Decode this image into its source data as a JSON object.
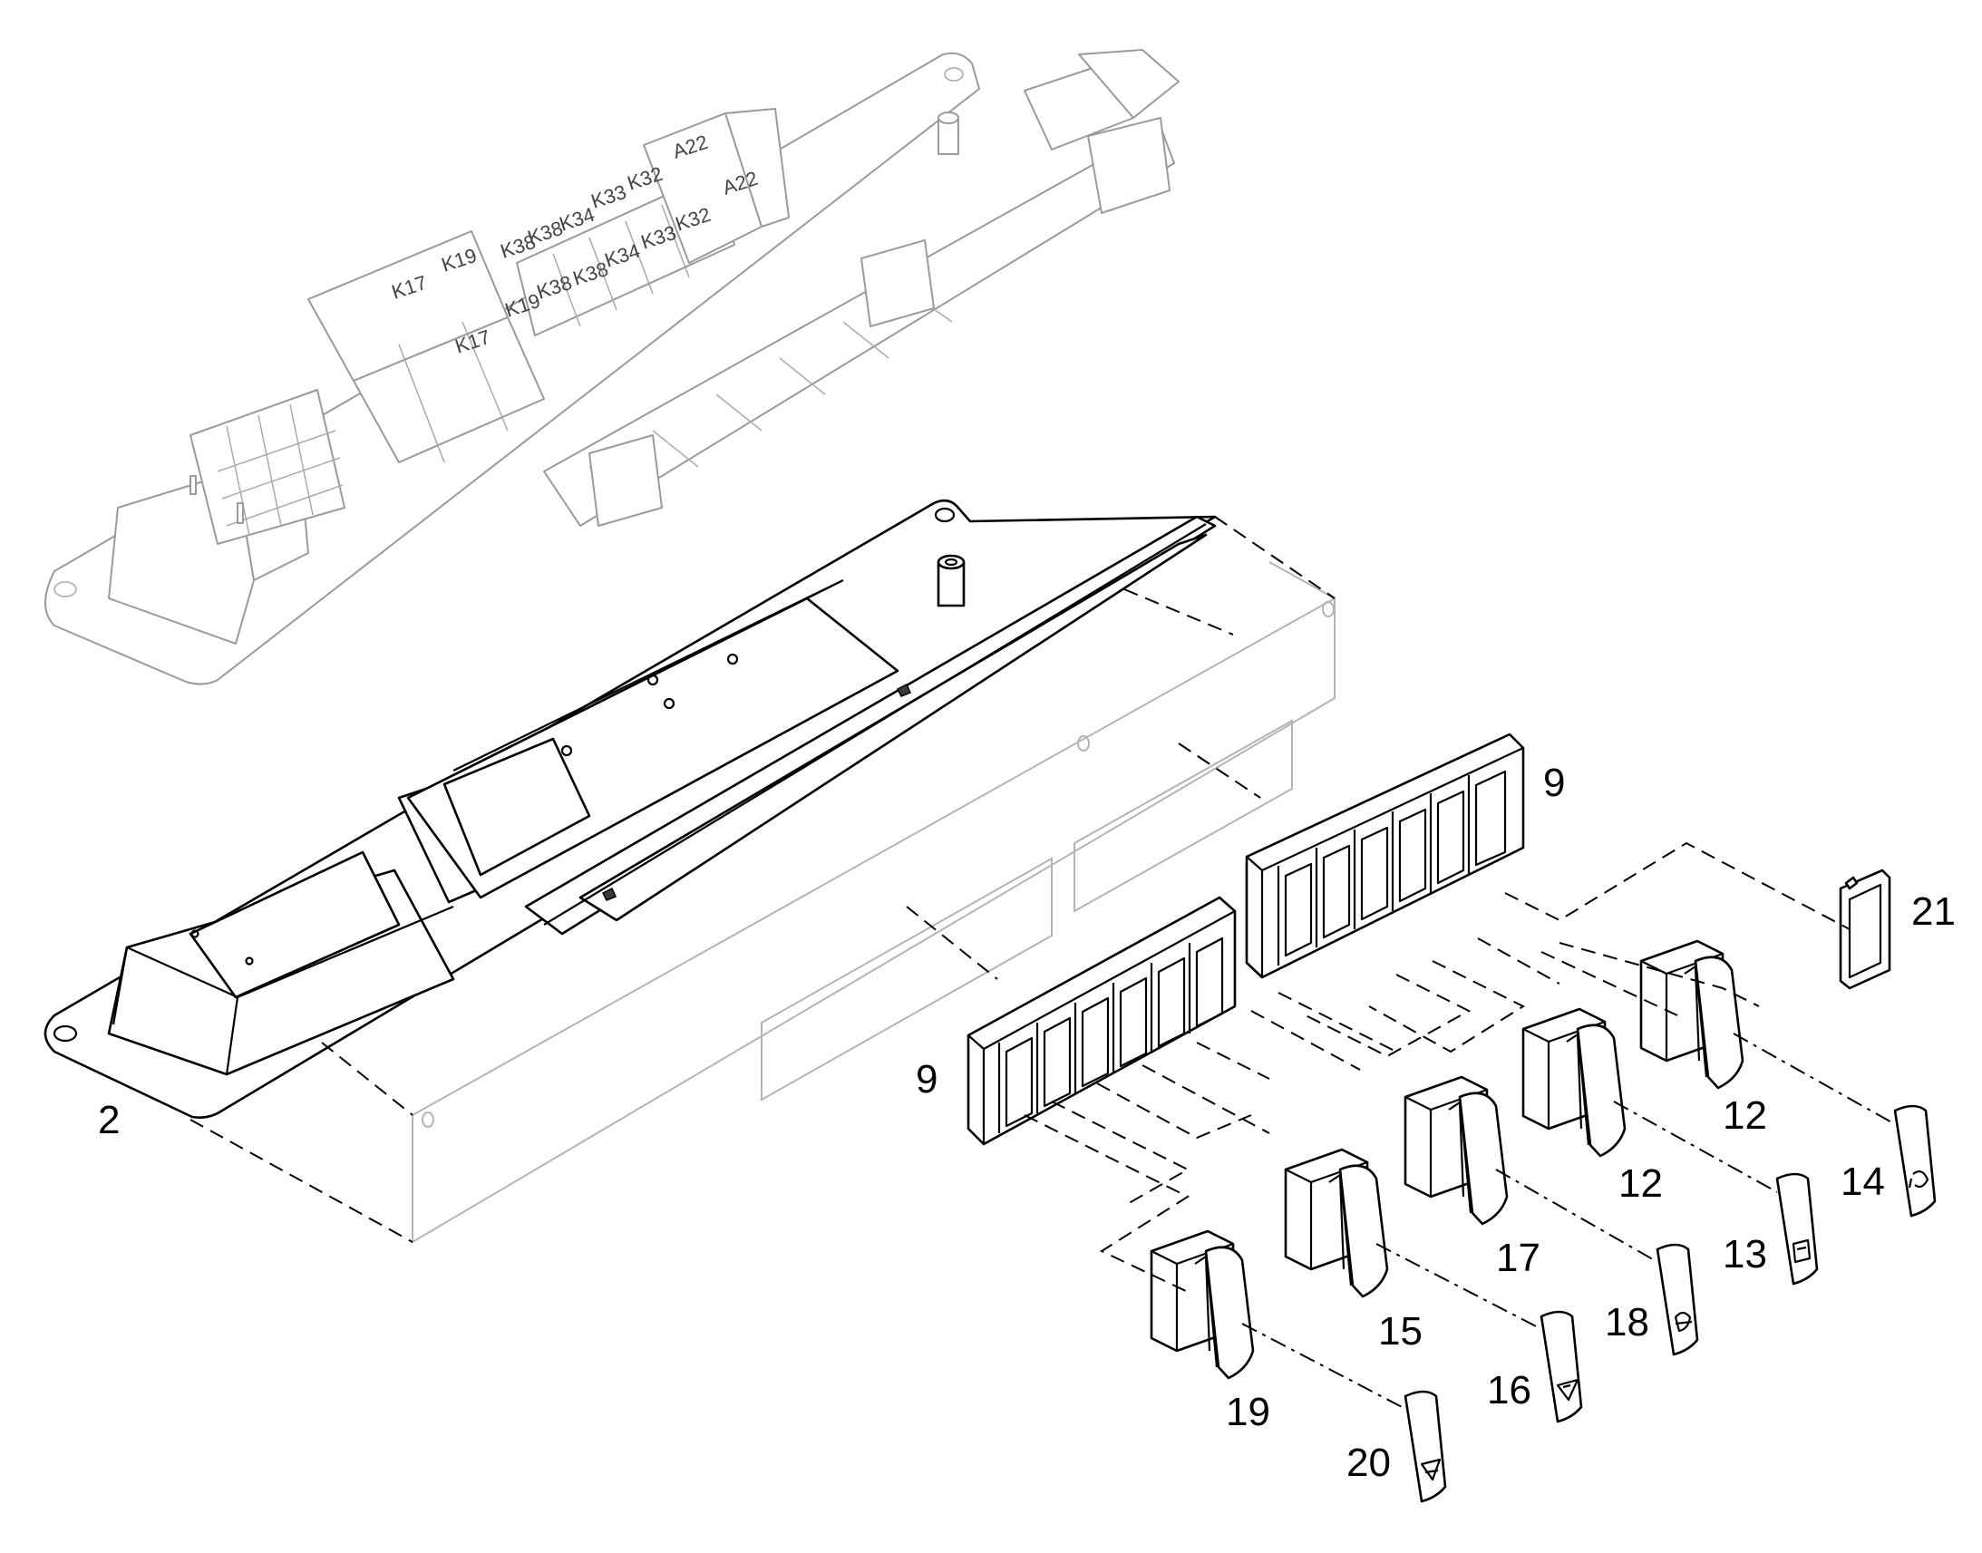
{
  "diagram": {
    "callouts": [
      {
        "id": "2",
        "text": "2"
      },
      {
        "id": "9a",
        "text": "9"
      },
      {
        "id": "9b",
        "text": "9"
      },
      {
        "id": "12a",
        "text": "12"
      },
      {
        "id": "12b",
        "text": "12"
      },
      {
        "id": "13",
        "text": "13"
      },
      {
        "id": "14",
        "text": "14"
      },
      {
        "id": "15",
        "text": "15"
      },
      {
        "id": "16",
        "text": "16"
      },
      {
        "id": "17",
        "text": "17"
      },
      {
        "id": "18",
        "text": "18"
      },
      {
        "id": "19",
        "text": "19"
      },
      {
        "id": "20",
        "text": "20"
      },
      {
        "id": "21",
        "text": "21"
      }
    ],
    "relay_labels": [
      "K17",
      "K19",
      "K17",
      "K19",
      "K38",
      "K38",
      "K34",
      "K33",
      "K32",
      "A22",
      "K38",
      "K38",
      "K34",
      "K33",
      "K32",
      "A22"
    ],
    "colors": {
      "ink": "#000000",
      "ghost": "#9a9a9a",
      "background": "#ffffff"
    }
  }
}
